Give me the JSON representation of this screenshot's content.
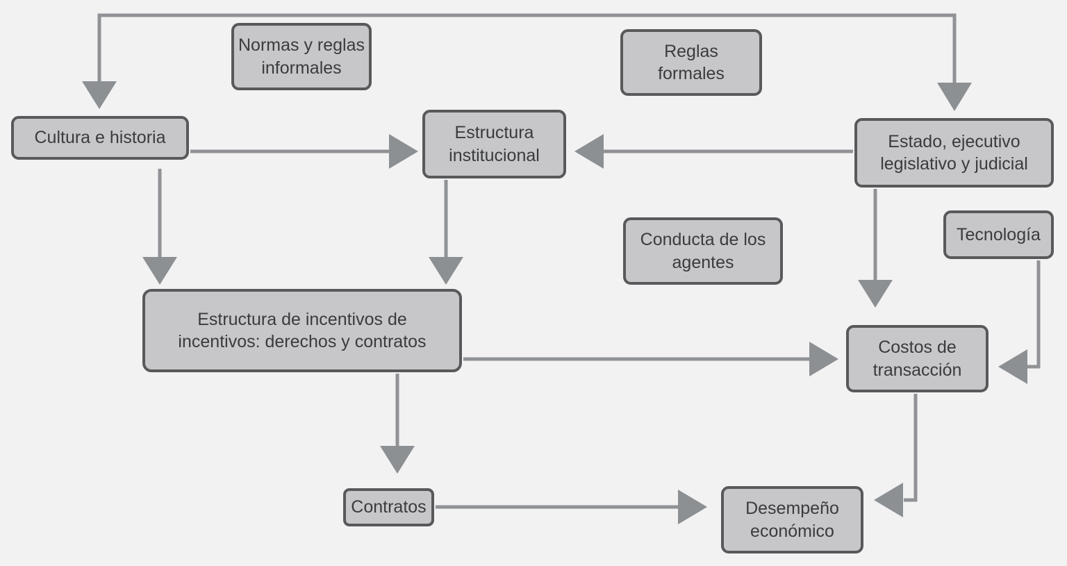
{
  "diagram": {
    "language": "es",
    "colors": {
      "background": "#f2f2f3",
      "box_fill": "#c7c7c9",
      "box_border": "#58595b",
      "arrow": "#909295",
      "text": "#3a3b3d"
    },
    "nodes": {
      "normas_informales": {
        "label": "Normas y reglas\ninformales"
      },
      "reglas_formales": {
        "label": "Reglas\nformales"
      },
      "cultura_historia": {
        "label": "Cultura e historia"
      },
      "estructura_institucional": {
        "label": "Estructura\ninstitucional"
      },
      "estado": {
        "label": "Estado, ejecutivo\nlegislativo y judicial"
      },
      "conducta_agentes": {
        "label": "Conducta de los\nagentes"
      },
      "tecnologia": {
        "label": "Tecnología"
      },
      "estructura_incentivos": {
        "label": "Estructura de incentivos de\nincentivos: derechos y contratos"
      },
      "costos_transaccion": {
        "label": "Costos de\ntransacción"
      },
      "contratos": {
        "label": "Contratos"
      },
      "desempeno_economico": {
        "label": "Desempeño\neconómico"
      }
    },
    "edges": [
      {
        "from": "top_rail",
        "to": "cultura_historia"
      },
      {
        "from": "top_rail",
        "to": "estado"
      },
      {
        "from": "cultura_historia",
        "to": "estructura_institucional"
      },
      {
        "from": "estado",
        "to": "estructura_institucional"
      },
      {
        "from": "cultura_historia",
        "to": "estructura_incentivos"
      },
      {
        "from": "estructura_institucional",
        "to": "estructura_incentivos"
      },
      {
        "from": "estado",
        "to": "costos_transaccion"
      },
      {
        "from": "tecnologia",
        "to": "costos_transaccion"
      },
      {
        "from": "estructura_incentivos",
        "to": "costos_transaccion"
      },
      {
        "from": "estructura_incentivos",
        "to": "contratos"
      },
      {
        "from": "contratos",
        "to": "desempeno_economico"
      },
      {
        "from": "costos_transaccion",
        "to": "desempeno_economico"
      }
    ]
  }
}
